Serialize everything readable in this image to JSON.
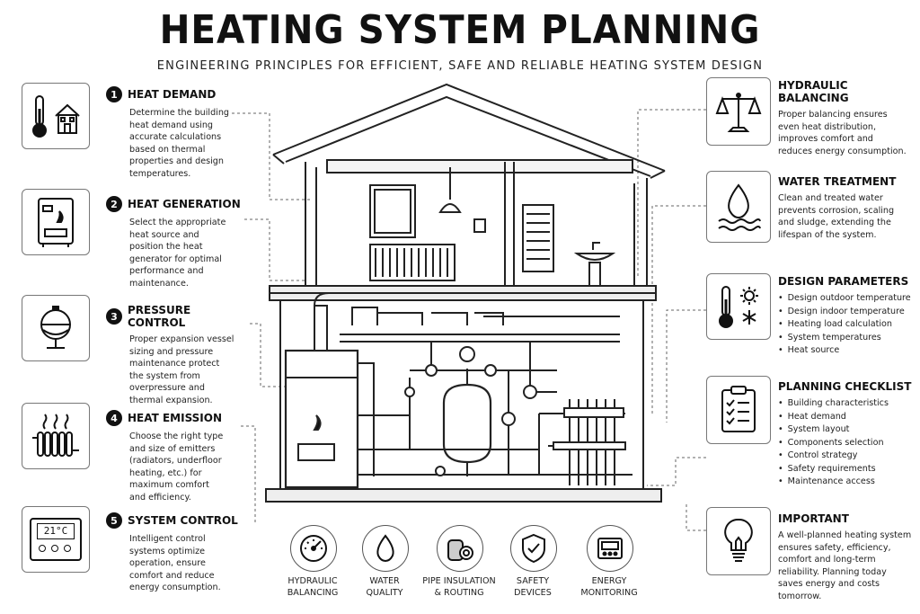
{
  "header": {
    "title": "HEATING SYSTEM PLANNING",
    "subtitle": "ENGINEERING PRINCIPLES FOR EFFICIENT, SAFE AND RELIABLE HEATING SYSTEM DESIGN"
  },
  "left_items": [
    {
      "num": "1",
      "title": "HEAT DEMAND",
      "icon": "thermometer-house-icon",
      "lines": [
        "Determine the building",
        "heat demand using",
        "accurate calculations",
        "based on thermal",
        "properties and design",
        "temperatures."
      ]
    },
    {
      "num": "2",
      "title": "HEAT GENERATION",
      "icon": "boiler-icon",
      "lines": [
        "Select the appropriate",
        "heat source and",
        "position the heat",
        "generator for optimal",
        "performance and",
        "maintenance."
      ]
    },
    {
      "num": "3",
      "title": "PRESSURE CONTROL",
      "icon": "expansion-vessel-icon",
      "lines": [
        "Proper expansion vessel",
        "sizing and pressure",
        "maintenance protect",
        "the system from",
        "overpressure and",
        "thermal expansion."
      ]
    },
    {
      "num": "4",
      "title": "HEAT EMISSION",
      "icon": "radiator-icon",
      "lines": [
        "Choose the right type",
        "and size of emitters",
        "(radiators, underfloor",
        "heating, etc.) for",
        "maximum comfort",
        "and efficiency."
      ]
    },
    {
      "num": "5",
      "title": "SYSTEM CONTROL",
      "icon": "thermostat-icon",
      "display": "21°C",
      "lines": [
        "Intelligent control",
        "systems optimize",
        "operation, ensure",
        "comfort and reduce",
        "energy consumption."
      ]
    }
  ],
  "right_items": [
    {
      "title": "HYDRAULIC BALANCING",
      "icon": "scale-icon",
      "lines": [
        "Proper balancing ensures",
        "even heat distribution,",
        "improves comfort and",
        "reduces energy consumption."
      ]
    },
    {
      "title": "WATER TREATMENT",
      "icon": "water-drop-icon",
      "lines": [
        "Clean and treated water",
        "prevents corrosion, scaling",
        "and sludge, extending the",
        "lifespan of the system."
      ]
    },
    {
      "title": "DESIGN PARAMETERS",
      "icon": "temperature-sun-snow-icon",
      "bullets": [
        "Design outdoor temperature",
        "Design indoor temperature",
        "Heating load calculation",
        "System temperatures",
        "Heat source"
      ]
    },
    {
      "title": "PLANNING CHECKLIST",
      "icon": "clipboard-checklist-icon",
      "bullets": [
        "Building characteristics",
        "Heat demand",
        "System layout",
        "Components selection",
        "Control strategy",
        "Safety requirements",
        "Maintenance access"
      ]
    },
    {
      "title": "IMPORTANT",
      "icon": "lightbulb-icon",
      "lines": [
        "A well-planned heating system",
        "ensures safety, efficiency,",
        "comfort and long-term",
        "reliability. Planning today",
        "saves energy and costs",
        "tomorrow."
      ]
    }
  ],
  "bottom_items": [
    {
      "icon": "gauge-icon",
      "lines": [
        "HYDRAULIC",
        "BALANCING"
      ]
    },
    {
      "icon": "water-drop-icon",
      "lines": [
        "WATER",
        "QUALITY"
      ]
    },
    {
      "icon": "pipe-insulation-icon",
      "lines": [
        "PIPE INSULATION",
        "& ROUTING"
      ]
    },
    {
      "icon": "shield-check-icon",
      "lines": [
        "SAFETY",
        "DEVICES"
      ]
    },
    {
      "icon": "energy-monitor-icon",
      "lines": [
        "ENERGY",
        "MONITORING"
      ]
    }
  ]
}
